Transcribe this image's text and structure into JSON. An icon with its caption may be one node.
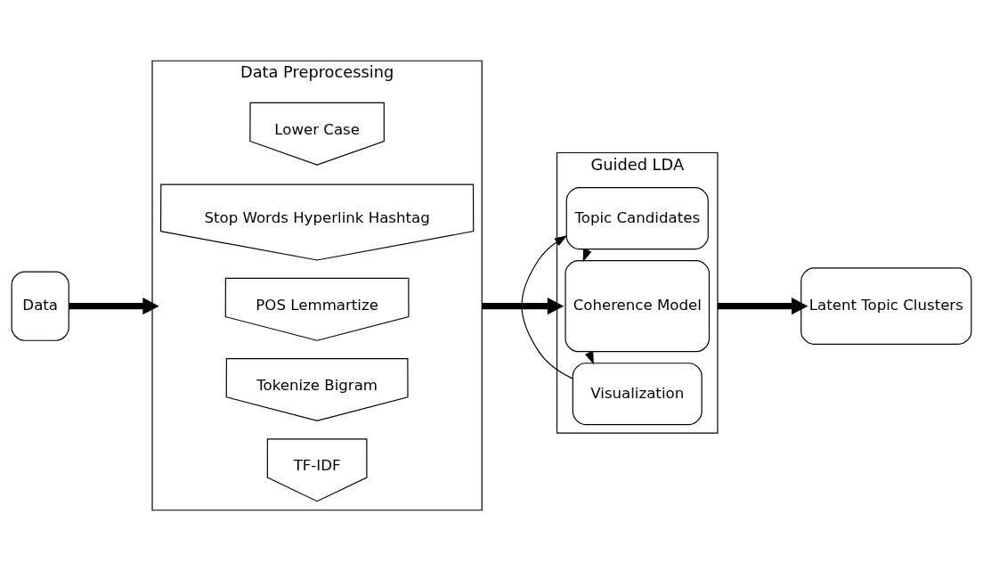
{
  "diagram": {
    "nodes": [
      {
        "text": [
          "Data"
        ]
      },
      {
        "text": [
          "Data Preprocessing"
        ]
      },
      {
        "text": [
          "Lower Case"
        ],
        "in": 1
      },
      {
        "text": [
          "Stop Words Hyperlink Hashtag"
        ],
        "in": 1
      },
      {
        "text": [
          "POS Lemmartize"
        ],
        "in": 1
      },
      {
        "text": [
          "Tokenize Bigram"
        ],
        "in": 1
      },
      {
        "text": [
          "TF-IDF"
        ],
        "in": 1
      },
      {
        "text": [
          "Guided LDA"
        ]
      },
      {
        "text": [
          "Topic Candidates"
        ],
        "in": 7
      },
      {
        "text": [
          "Coherence Model"
        ],
        "in": 7
      },
      {
        "text": [
          "Visualization"
        ],
        "in": 7
      },
      {
        "text": [
          "Latent Topic Clusters"
        ]
      }
    ],
    "edges": [
      {
        "from": 0,
        "to": 1,
        "arrow": "to",
        "style": "thick"
      },
      {
        "from": 1,
        "to": 7,
        "arrow": "to",
        "style": "thick"
      },
      {
        "from": 8,
        "to": 9,
        "arrow": "to"
      },
      {
        "from": 9,
        "to": 10,
        "arrow": "to"
      },
      {
        "from": 10,
        "to": 8,
        "arrow": "to"
      },
      {
        "from": 7,
        "to": 11,
        "arrow": "to",
        "style": "thick"
      }
    ]
  }
}
